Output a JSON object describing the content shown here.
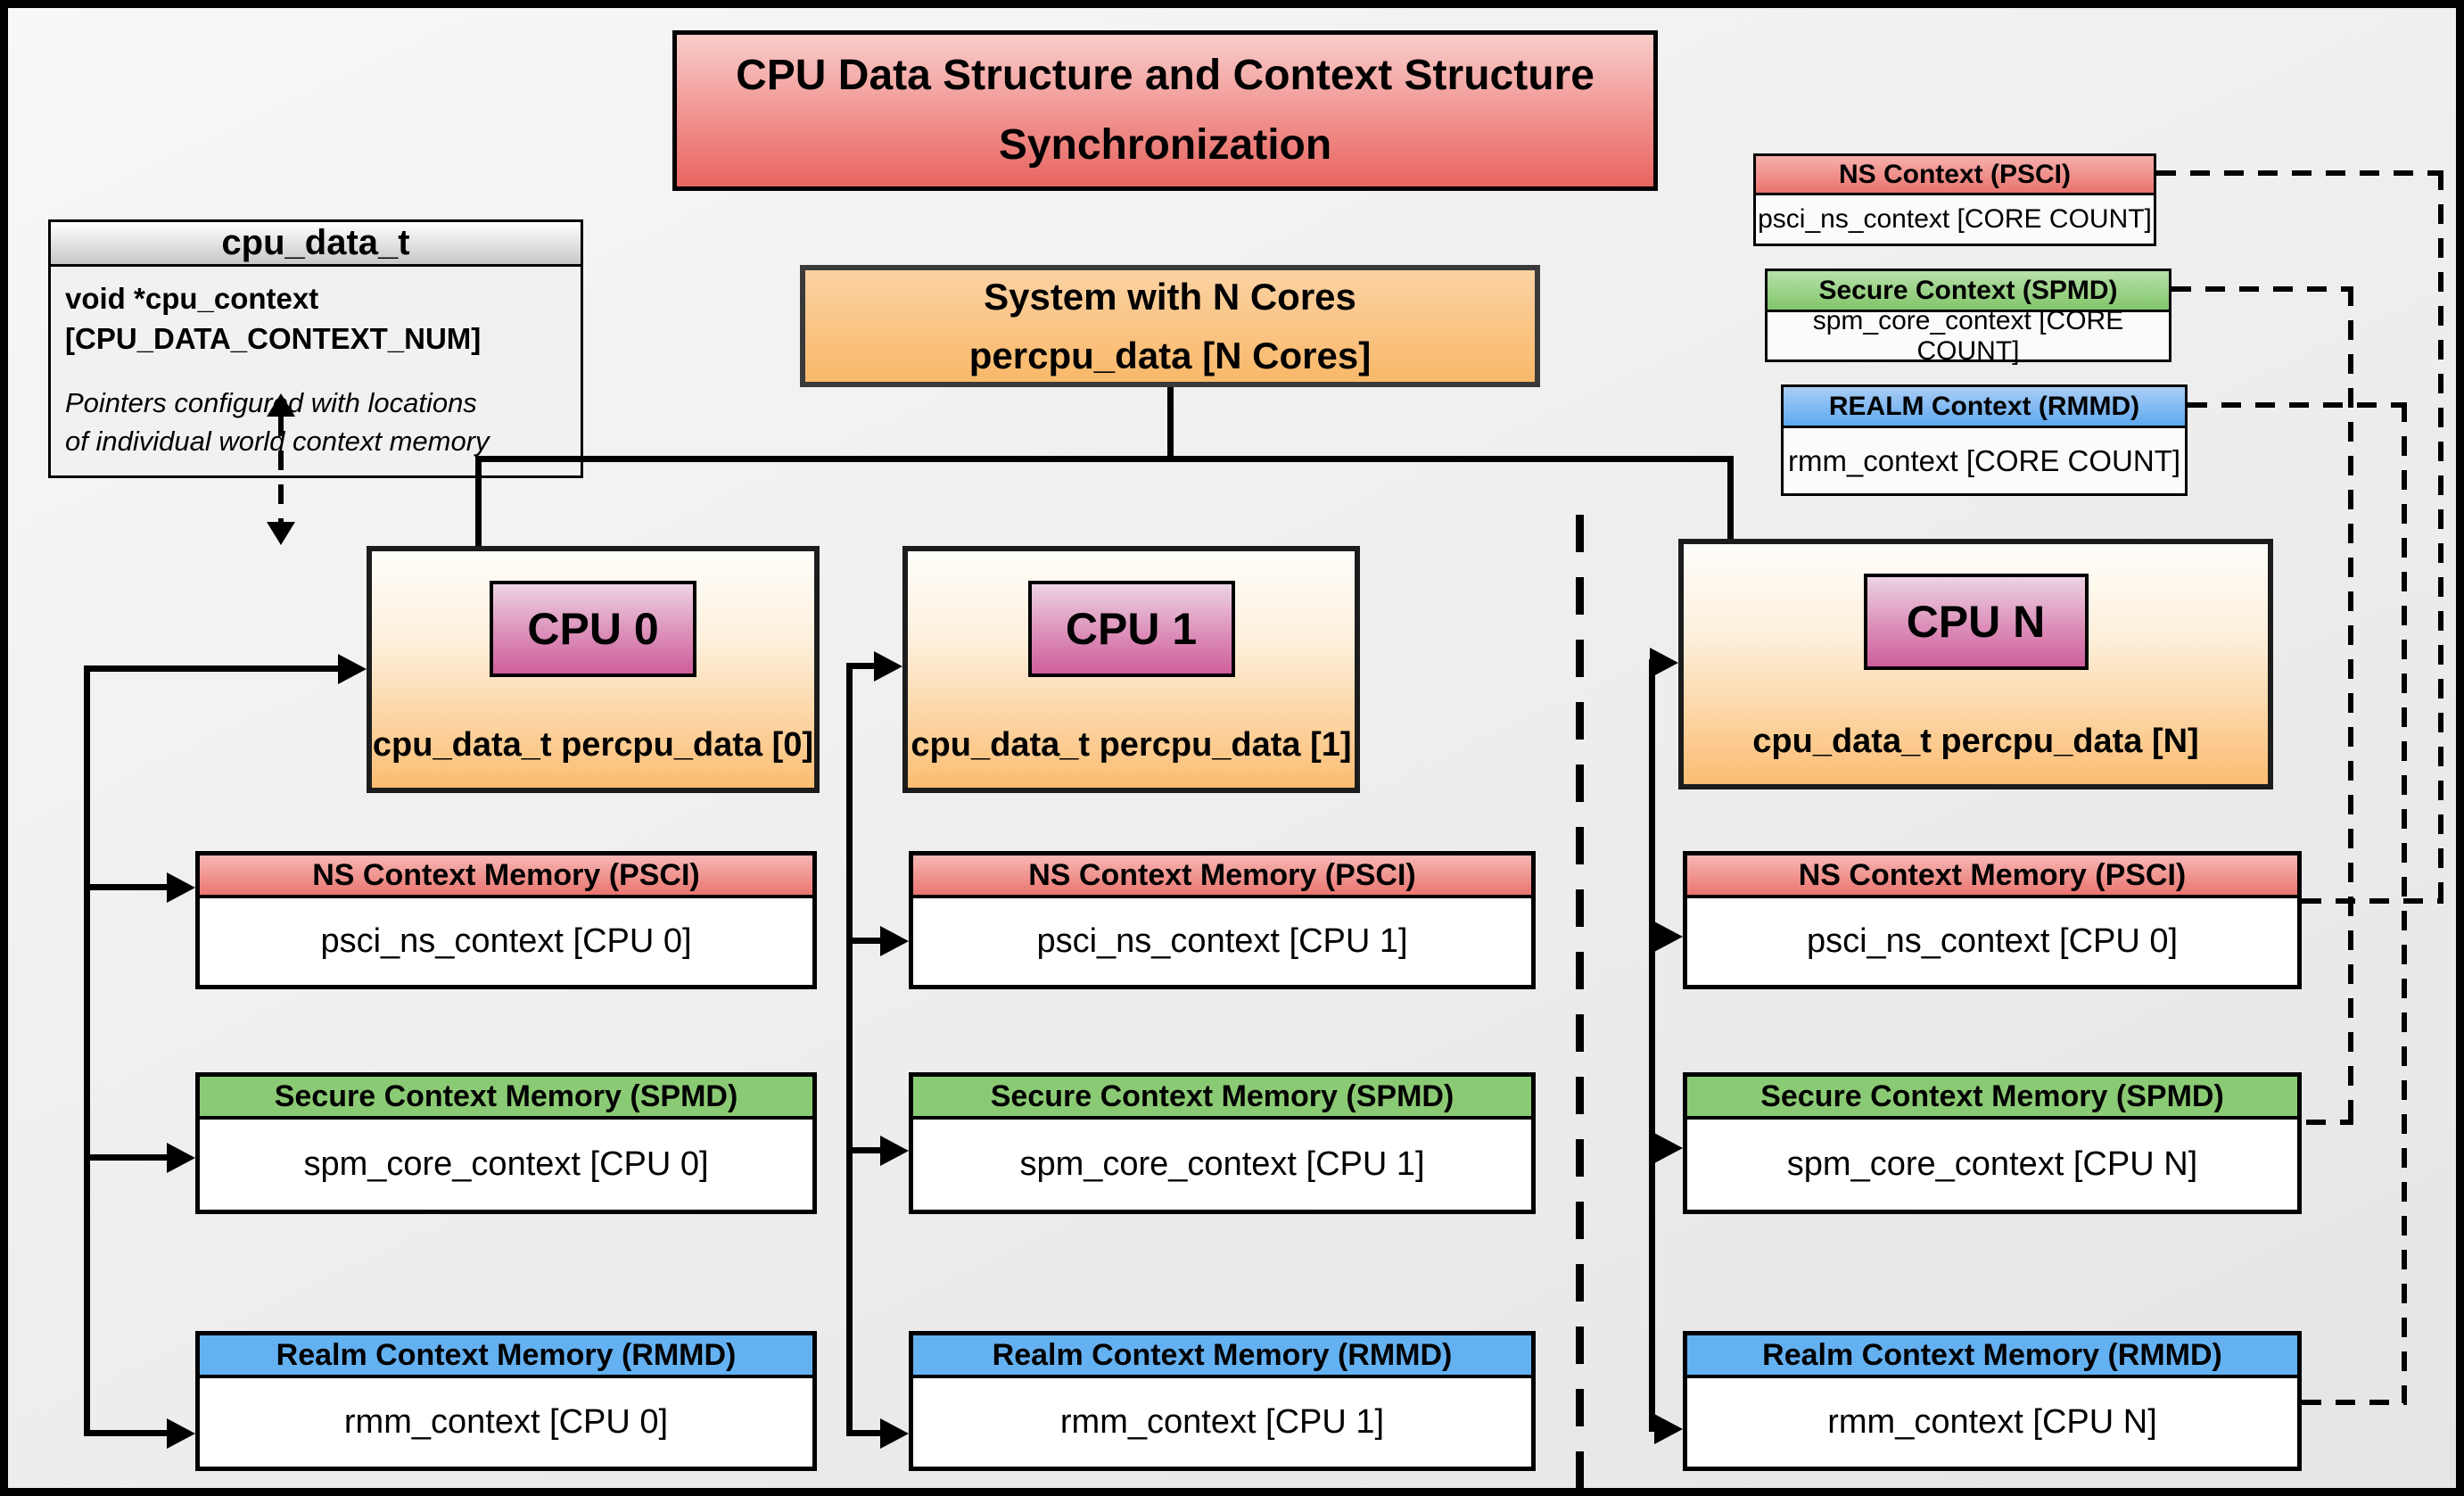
{
  "diagram_title": {
    "line1": "CPU Data Structure and Context Structure",
    "line2": "Synchronization"
  },
  "cpu_data_t_box": {
    "title": "cpu_data_t",
    "field_line1": "void *cpu_context",
    "field_line2": "[CPU_DATA_CONTEXT_NUM]",
    "note_line1": "Pointers configured with locations",
    "note_line2": "of individual world context memory"
  },
  "system_box": {
    "line1": "System with N Cores",
    "line2": "percpu_data [N Cores]"
  },
  "legend": {
    "psci": {
      "header": "NS Context (PSCI)",
      "body": "psci_ns_context [CORE COUNT]"
    },
    "spmd": {
      "header": "Secure Context (SPMD)",
      "body": "spm_core_context [CORE COUNT]"
    },
    "rmmd": {
      "header": "REALM Context (RMMD)",
      "body": "rmm_context [CORE COUNT]"
    }
  },
  "cpus": [
    {
      "label": "CPU 0",
      "data_label": "cpu_data_t percpu_data [0]",
      "ns_header": "NS Context Memory (PSCI)",
      "ns_body": "psci_ns_context [CPU 0]",
      "secure_header": "Secure Context Memory (SPMD)",
      "secure_body": "spm_core_context [CPU 0]",
      "realm_header": "Realm Context Memory (RMMD)",
      "realm_body": "rmm_context [CPU 0]"
    },
    {
      "label": "CPU 1",
      "data_label": "cpu_data_t percpu_data [1]",
      "ns_header": "NS Context Memory (PSCI)",
      "ns_body": "psci_ns_context [CPU 1]",
      "secure_header": "Secure Context Memory (SPMD)",
      "secure_body": "spm_core_context [CPU 1]",
      "realm_header": "Realm Context Memory (RMMD)",
      "realm_body": "rmm_context [CPU 1]"
    },
    {
      "label": "CPU N",
      "data_label": "cpu_data_t percpu_data [N]",
      "ns_header": "NS Context Memory (PSCI)",
      "ns_body": "psci_ns_context [CPU 0]",
      "secure_header": "Secure Context Memory (SPMD)",
      "secure_body": "spm_core_context [CPU N]",
      "realm_header": "Realm Context Memory (RMMD)",
      "realm_body": "rmm_context [CPU N]"
    }
  ],
  "colors": {
    "title_red": "#e86560",
    "psci_red": "#ea736e",
    "spmd_green": "#82c56a",
    "rmmd_blue": "#5ea9f1",
    "system_orange": "#f9b869",
    "cpu_gradient_orange": "#fbbd72",
    "cpu_label_pink": "#ce5f9c"
  }
}
